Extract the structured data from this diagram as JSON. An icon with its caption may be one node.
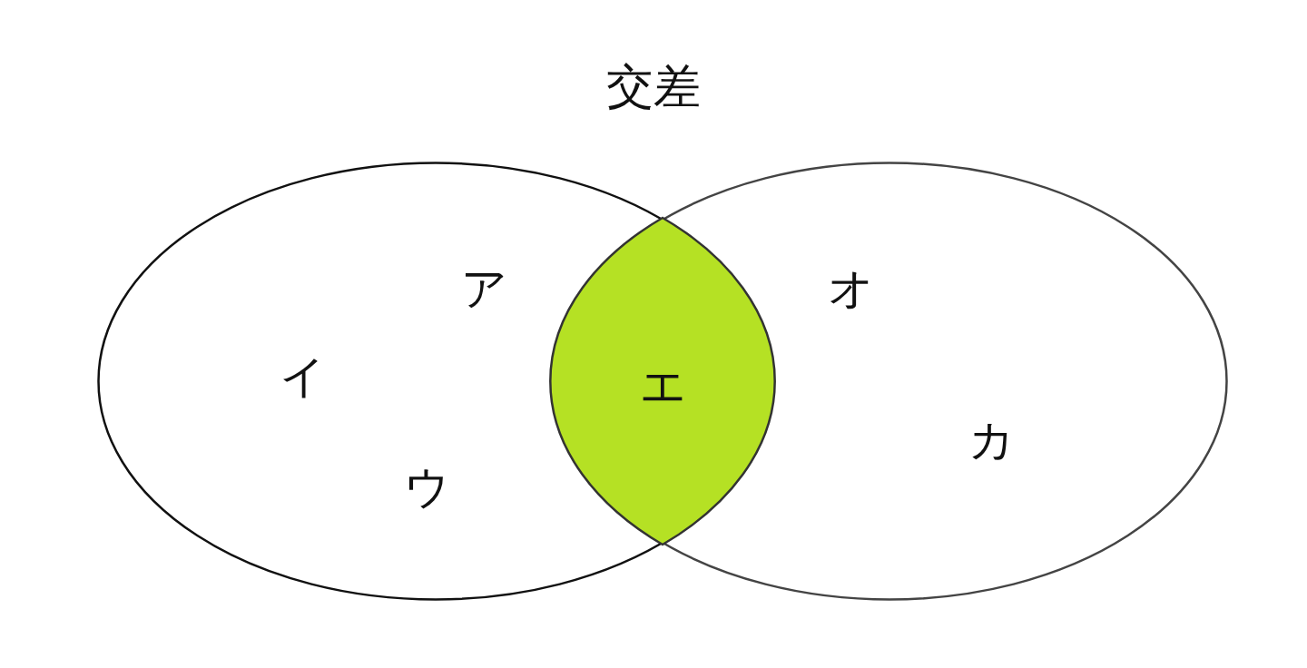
{
  "diagram": {
    "title": "交差",
    "nodes": [
      {
        "text": [
          "ア",
          "イ",
          "ウ"
        ]
      },
      {
        "text": [
          "オ",
          "カ"
        ]
      },
      {
        "text": [
          "エ"
        ]
      }
    ]
  }
}
